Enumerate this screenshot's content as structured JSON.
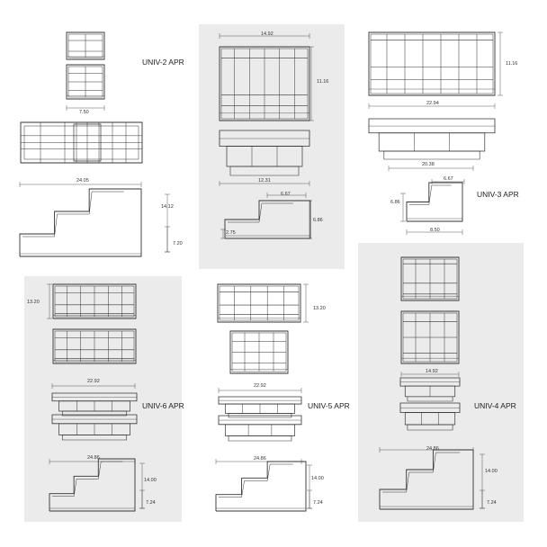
{
  "products": [
    {
      "id": "univ2",
      "title": "UNIV-2 APR",
      "dims": [
        "7.50",
        "24.05",
        "14.12",
        "7.20"
      ]
    },
    {
      "id": "univ3",
      "title": "UNIV-3 APR",
      "dims": [
        "22.94",
        "11.16",
        "20.38",
        "6.67",
        "6.86",
        "8.50"
      ]
    },
    {
      "id": "center",
      "title": "",
      "dims": [
        "14.92",
        "11.16",
        "12.31",
        "6.67",
        "6.86",
        "2.75"
      ]
    },
    {
      "id": "univ6",
      "title": "UNIV-6 APR",
      "dims": [
        "13.20",
        "22.92",
        "24.86",
        "14.00",
        "7.24"
      ]
    },
    {
      "id": "univ5",
      "title": "UNIV-5 APR",
      "dims": [
        "13.20",
        "22.92",
        "24.86",
        "14.00",
        "7.24"
      ]
    },
    {
      "id": "univ4",
      "title": "UNIV-4 APR",
      "dims": [
        "14.92",
        "24.86",
        "14.00",
        "7.24"
      ]
    }
  ],
  "colors": {
    "panel": "#ebebeb",
    "line": "#333333"
  }
}
